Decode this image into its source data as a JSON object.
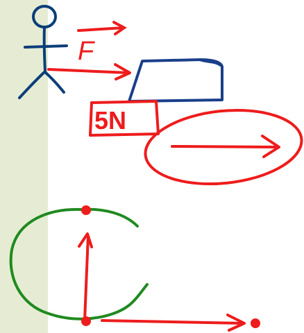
{
  "colors": {
    "sidebar": "#e6ecd3",
    "figure": "#0b3e7a",
    "force": "#ee1c1c",
    "curve": "#1f8a1f",
    "box": "#1a3f8a"
  },
  "labels": {
    "force_symbol": "F",
    "force_value": "5N"
  },
  "icons": {
    "figure": "stick-figure-person",
    "box": "box-object",
    "arrow": "vector-arrow"
  }
}
